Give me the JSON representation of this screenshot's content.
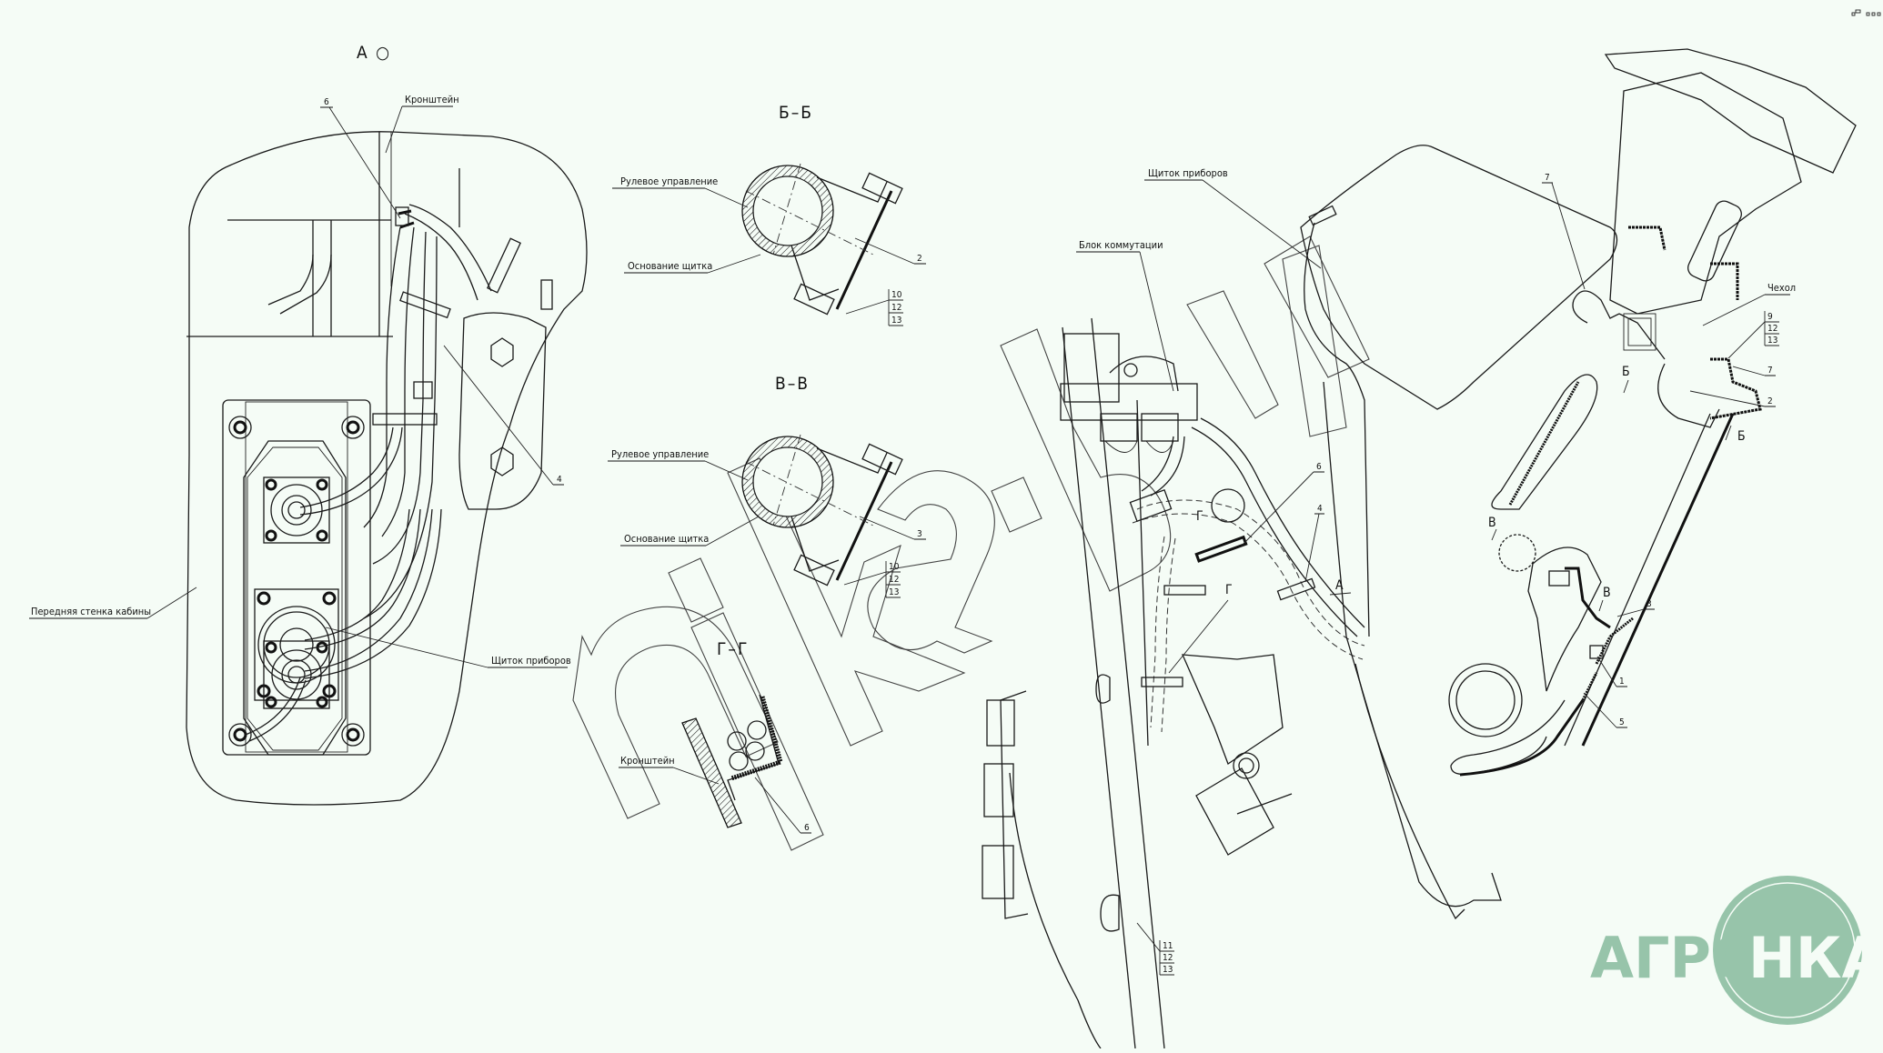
{
  "views": {
    "view_a": {
      "title": "A ○"
    },
    "section_bb": {
      "title": "Б–Б"
    },
    "section_vv": {
      "title": "В–В"
    },
    "section_gg": {
      "title": "Г–Г"
    }
  },
  "labels": {
    "kronshtein": "Кронштейн",
    "front_wall": "Передняя стенка кабины",
    "instrument_panel": "Щиток приборов",
    "steering": "Рулевое управление",
    "panel_base": "Основание щитка",
    "switch_block": "Блок коммутации",
    "cover": "Чехол"
  },
  "positions": {
    "p1": "1",
    "p2": "2",
    "p3": "3",
    "p4": "4",
    "p5": "5",
    "p6": "6",
    "p7": "7",
    "p9": "9",
    "p10": "10",
    "p11": "11",
    "p12": "12",
    "p13": "13"
  },
  "section_marks": {
    "b": "Б",
    "v": "В",
    "g": "Г",
    "a": "А"
  },
  "watermark": {
    "text": "nika.by"
  },
  "logo": {
    "left": "АГРО",
    "right": "НКА",
    "color": "#97c4aa"
  },
  "background_color": "#f5fcf6"
}
